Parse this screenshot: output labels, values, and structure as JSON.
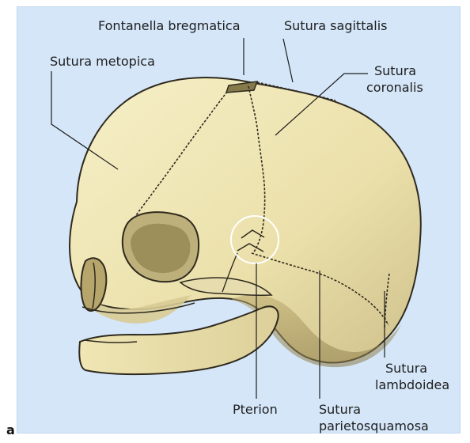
{
  "figure": {
    "plate_letter": "a",
    "labels": {
      "fontanella_bregmatica": "Fontanella bregmatica",
      "sutura_sagittalis": "Sutura sagittalis",
      "sutura_metopica": "Sutura metopica",
      "sutura_coronalis_line1": "Sutura",
      "sutura_coronalis_line2": "coronalis",
      "sutura_lambdoidea_line1": "Sutura",
      "sutura_lambdoidea_line2": "lambdoidea",
      "pterion": "Pterion",
      "sutura_parietosquamosa_line1": "Sutura",
      "sutura_parietosquamosa_line2": "parietosquamosa"
    }
  }
}
